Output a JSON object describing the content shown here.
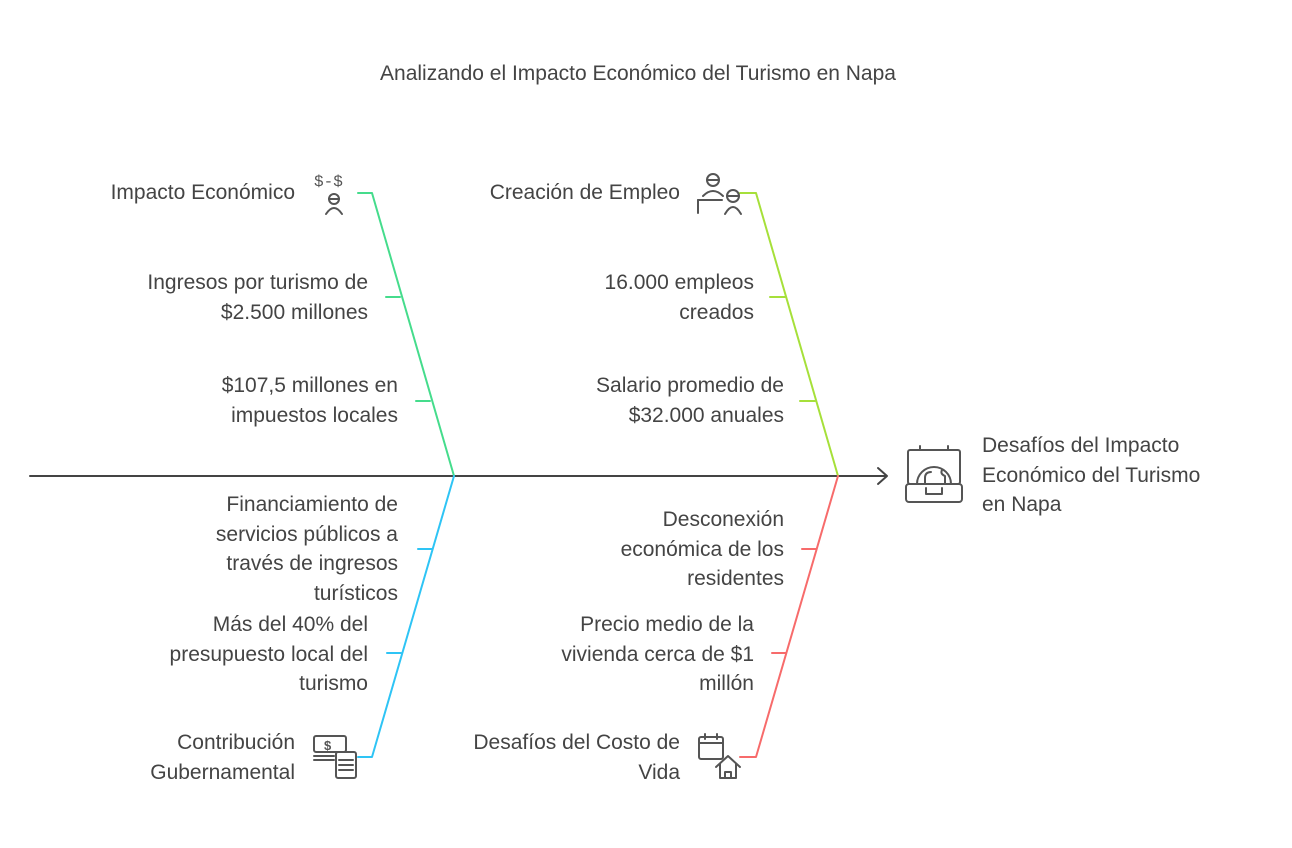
{
  "title": "Analizando el Impacto Económico del Turismo en Napa",
  "effect": {
    "label": "Desafíos del Impacto\nEconómico del Turismo\nen Napa",
    "icon": "suitcase-globe-icon"
  },
  "colors": {
    "green": "#45dc8c",
    "lime": "#a6e03a",
    "blue": "#2ec4f5",
    "red": "#f76b6b",
    "spine": "#444444"
  },
  "categories": [
    {
      "label": "Impacto Económico",
      "icon": "money-exchange-person-icon",
      "causes": [
        "Ingresos por turismo de\n$2.500 millones",
        "$107,5 millones en\nimpuestos locales"
      ]
    },
    {
      "label": "Creación de Empleo",
      "icon": "employees-icon",
      "causes": [
        "16.000 empleos\ncreados",
        "Salario promedio de\n$32.000 anuales"
      ]
    },
    {
      "label": "Contribución\nGubernamental",
      "icon": "money-calculator-icon",
      "causes": [
        "Financiamiento de\nservicios públicos a\ntravés de ingresos\nturísticos",
        "Más del 40% del\npresupuesto local del\nturismo"
      ]
    },
    {
      "label": "Desafíos del Costo de\nVida",
      "icon": "calendar-house-icon",
      "causes": [
        "Desconexión\neconómica de los\nresidentes",
        "Precio medio de la\nvivienda cerca de $1\nmillón"
      ]
    }
  ]
}
